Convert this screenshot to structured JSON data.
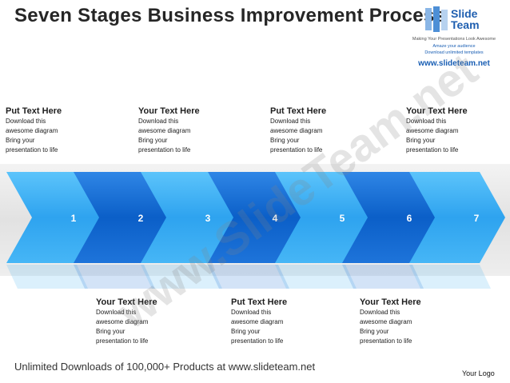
{
  "title": "Seven Stages Business Improvement Process",
  "logo": {
    "word_top": "Slide",
    "word_bottom": "Team",
    "tagline1": "Making Your Presentations Look Awesome",
    "tagline2": "Amaze your audience",
    "tagline3": "Download unlimited templates",
    "url": "www.slideteam.net"
  },
  "colors": {
    "light_arrow": "#35aaf0",
    "dark_arrow": "#0d66d2",
    "band": "#e4e4e4",
    "number": "#ffffff"
  },
  "stages": [
    {
      "number": "1",
      "shade": "light"
    },
    {
      "number": "2",
      "shade": "dark"
    },
    {
      "number": "3",
      "shade": "light"
    },
    {
      "number": "4",
      "shade": "dark"
    },
    {
      "number": "5",
      "shade": "light"
    },
    {
      "number": "6",
      "shade": "dark"
    },
    {
      "number": "7",
      "shade": "light"
    }
  ],
  "top_labels": [
    {
      "heading": "Put Text Here",
      "body": "Download this\nawesome diagram\nBring your\npresentation to life"
    },
    {
      "heading": "Your Text Here",
      "body": "Download this\nawesome diagram\nBring your\npresentation to life"
    },
    {
      "heading": "Put Text Here",
      "body": "Download this\nawesome diagram\nBring your\npresentation to life"
    },
    {
      "heading": "Your Text Here",
      "body": "Download this\nawesome diagram\nBring your\npresentation to life"
    }
  ],
  "bottom_labels": [
    {
      "heading": "Your Text Here",
      "body": "Download this\nawesome diagram\nBring your\npresentation to life"
    },
    {
      "heading": "Put Text Here",
      "body": "Download this\nawesome diagram\nBring your\npresentation to life"
    },
    {
      "heading": "Your Text Here",
      "body": "Download this\nawesome diagram\nBring your\npresentation to life"
    }
  ],
  "watermark": "www.SlideTeam.net",
  "footer": "Unlimited Downloads of 100,000+ Products at www.slideteam.net",
  "your_logo": "Your Logo"
}
